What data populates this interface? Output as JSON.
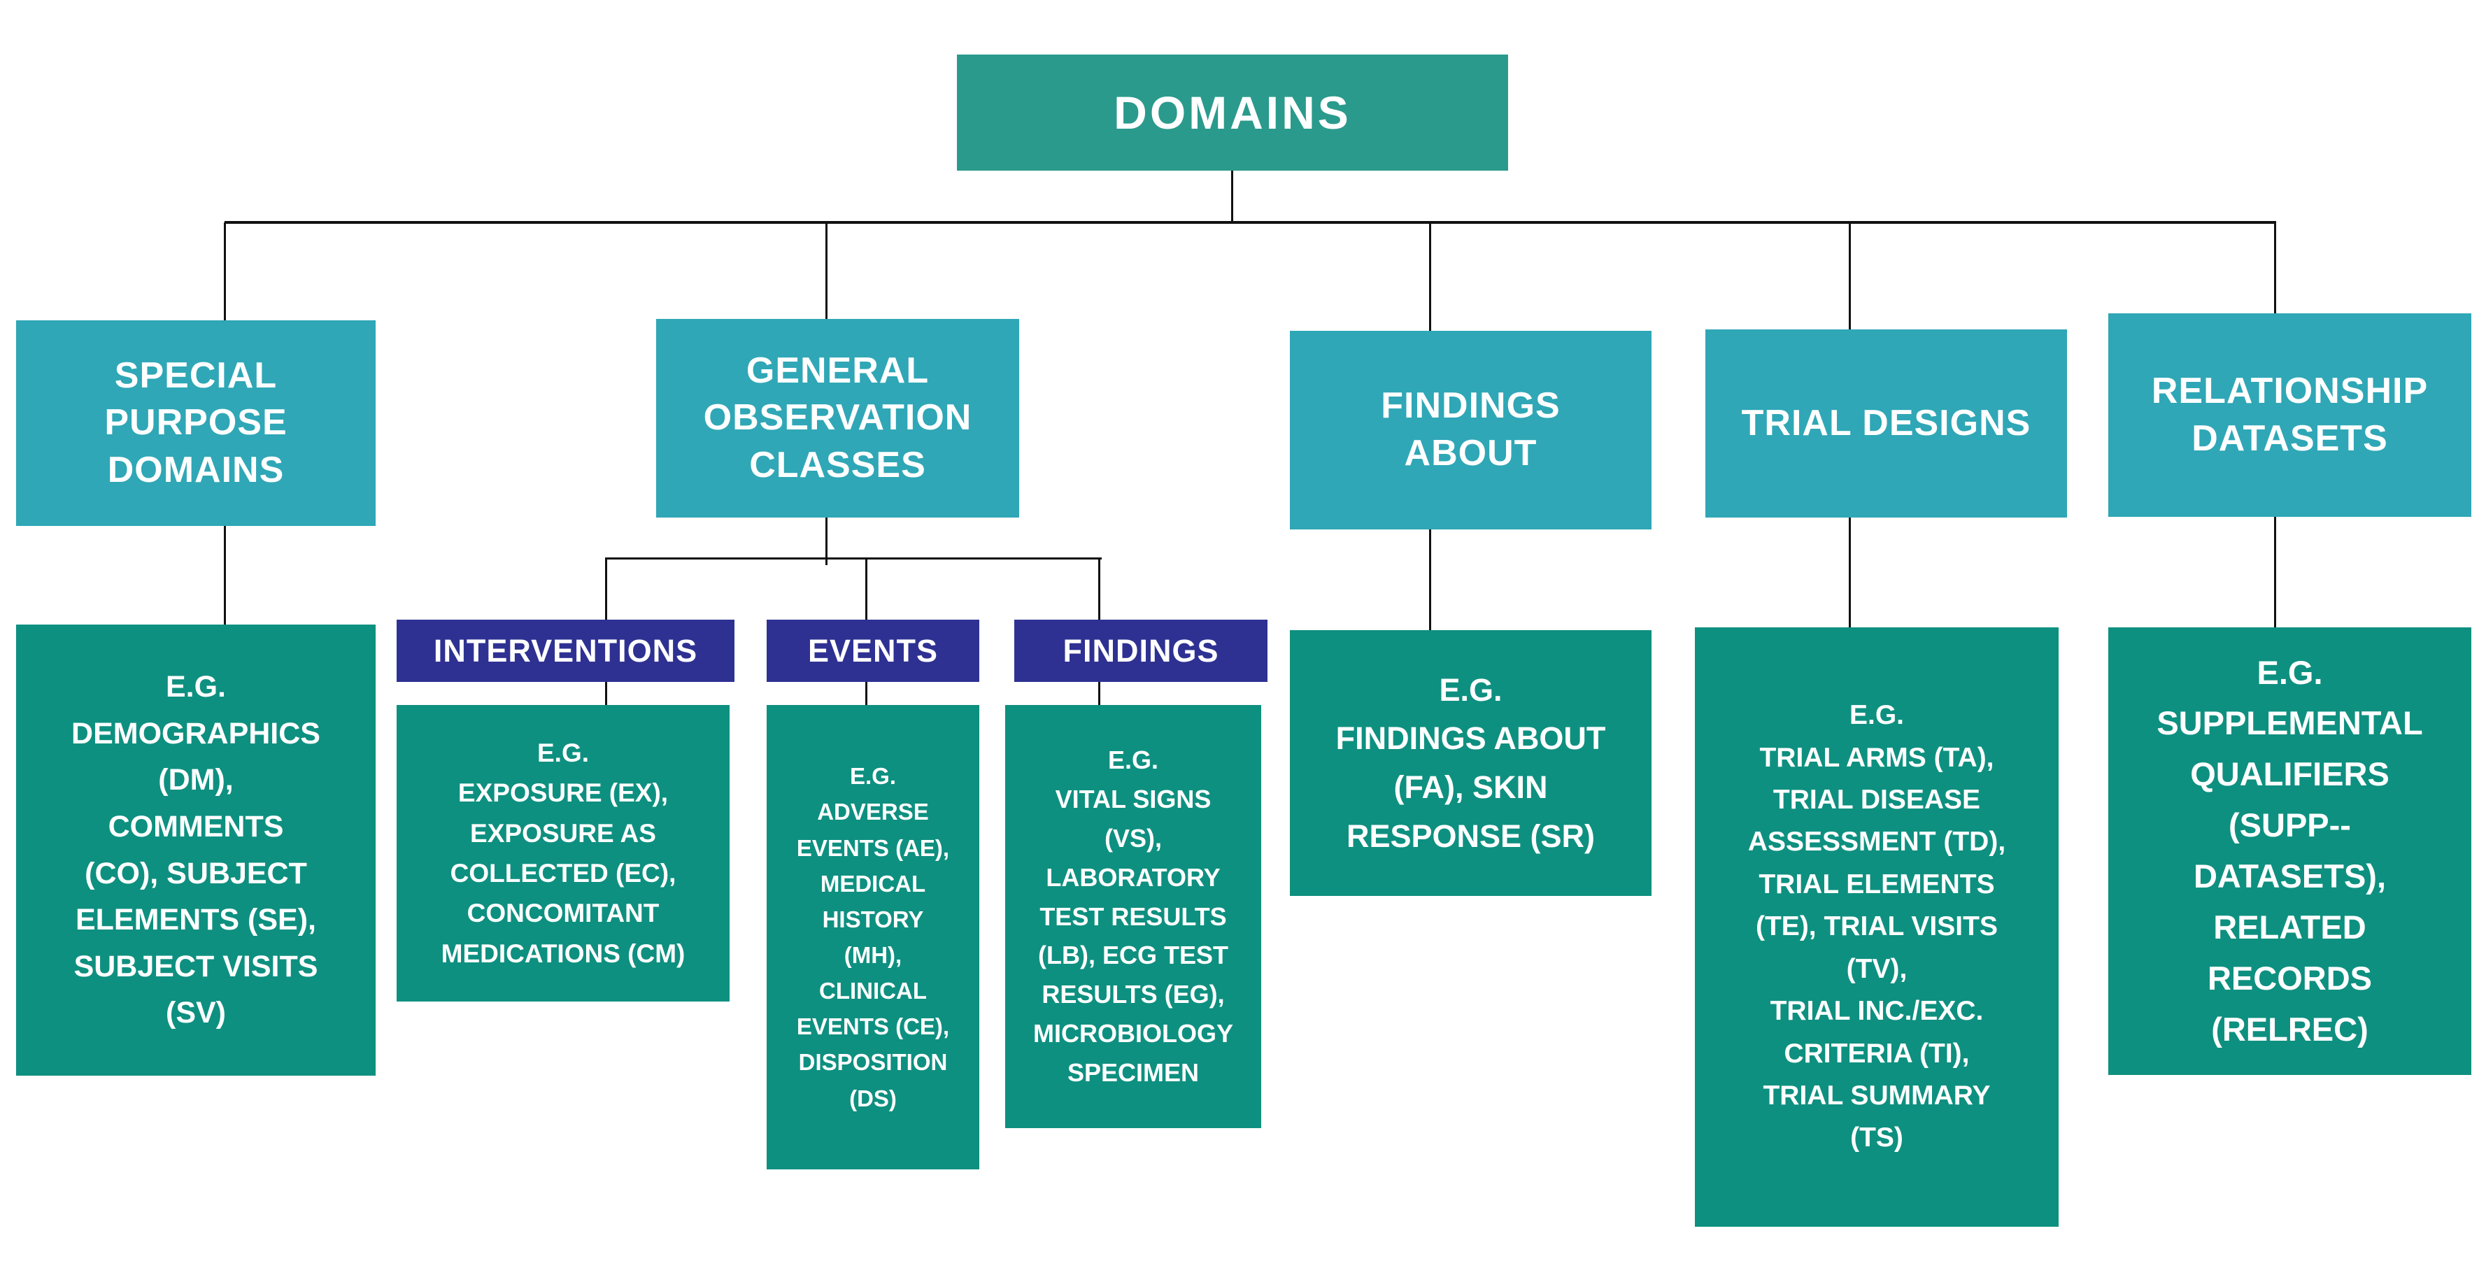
{
  "colors": {
    "teal": "#2A9A8C",
    "cyan": "#2FA7B6",
    "navy": "#2E3192",
    "green": "#0E9080",
    "line": "#111111"
  },
  "root": {
    "label": "DOMAINS"
  },
  "branches": {
    "special_purpose": {
      "title": "SPECIAL\nPURPOSE\nDOMAINS",
      "example": "E.G.\nDEMOGRAPHICS\n(DM),\nCOMMENTS\n(CO), SUBJECT\nELEMENTS (SE),\nSUBJECT VISITS\n(SV)"
    },
    "general_observation": {
      "title": "GENERAL\nOBSERVATION\nCLASSES",
      "classes": {
        "interventions": {
          "label": "INTERVENTIONS",
          "example": "E.G.\nEXPOSURE (EX),\nEXPOSURE AS\nCOLLECTED (EC),\nCONCOMITANT\nMEDICATIONS (CM)"
        },
        "events": {
          "label": "EVENTS",
          "example": "E.G.\nADVERSE\nEVENTS (AE),\nMEDICAL\nHISTORY\n(MH),\nCLINICAL\nEVENTS (CE),\nDISPOSITION\n(DS)"
        },
        "findings": {
          "label": "FINDINGS",
          "example": "E.G.\nVITAL SIGNS\n(VS),\nLABORATORY\nTEST RESULTS\n(LB), ECG TEST\nRESULTS (EG),\nMICROBIOLOGY\nSPECIMEN"
        }
      }
    },
    "findings_about": {
      "title": "FINDINGS\nABOUT",
      "example": "E.G.\nFINDINGS ABOUT\n(FA), SKIN\nRESPONSE (SR)"
    },
    "trial_designs": {
      "title": "TRIAL DESIGNS",
      "example": "E.G.\nTRIAL ARMS (TA),\nTRIAL DISEASE\nASSESSMENT (TD),\nTRIAL ELEMENTS\n(TE), TRIAL VISITS\n(TV),\nTRIAL INC./EXC.\nCRITERIA (TI),\nTRIAL SUMMARY\n(TS)"
    },
    "relationship_datasets": {
      "title": "RELATIONSHIP\nDATASETS",
      "example": "E.G.\nSUPPLEMENTAL\nQUALIFIERS\n(SUPP--\nDATASETS),\nRELATED\nRECORDS\n(RELREC)"
    }
  }
}
